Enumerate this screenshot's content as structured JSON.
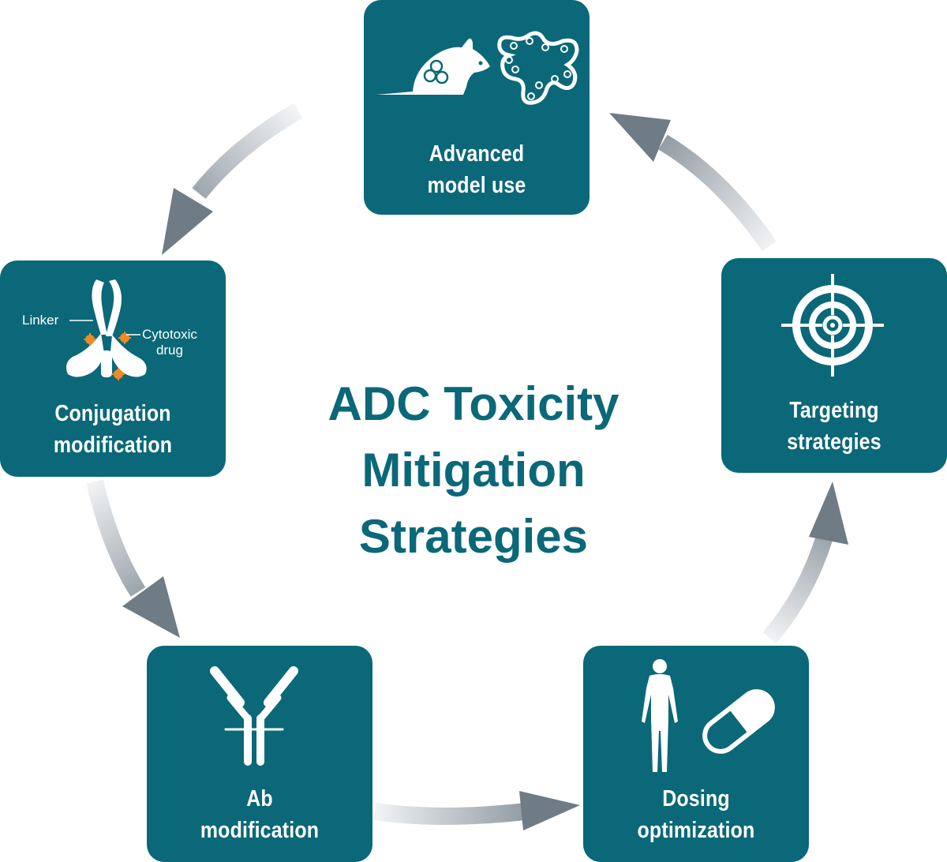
{
  "title": {
    "line1": "ADC Toxicity",
    "line2": "Mitigation",
    "line3": "Strategies"
  },
  "steps": {
    "advanced_model": {
      "line1": "Advanced",
      "line2": "model use",
      "icons": [
        "mouse-icon",
        "tumor-organoid-icon"
      ]
    },
    "targeting": {
      "line1": "Targeting",
      "line2": "strategies",
      "icons": [
        "crosshair-target-icon"
      ]
    },
    "dosing": {
      "line1": "Dosing",
      "line2": "optimization",
      "icons": [
        "human-body-icon",
        "capsule-icon"
      ]
    },
    "ab_modification": {
      "line1": "Ab",
      "line2": "modification",
      "icons": [
        "antibody-icon"
      ]
    },
    "conjugation": {
      "line1": "Conjugation",
      "line2": "modification",
      "icons": [
        "antibody-drug-conjugate-icon"
      ],
      "annotations": {
        "linker": "Linker",
        "drug_line1": "Cytotoxic",
        "drug_line2": "drug"
      }
    }
  },
  "colors": {
    "card": "#0a6878",
    "title": "#0a6878",
    "arrow_dark": "#6f7c86",
    "arrow_light": "#eef0f2",
    "drug": "#f08a24"
  }
}
